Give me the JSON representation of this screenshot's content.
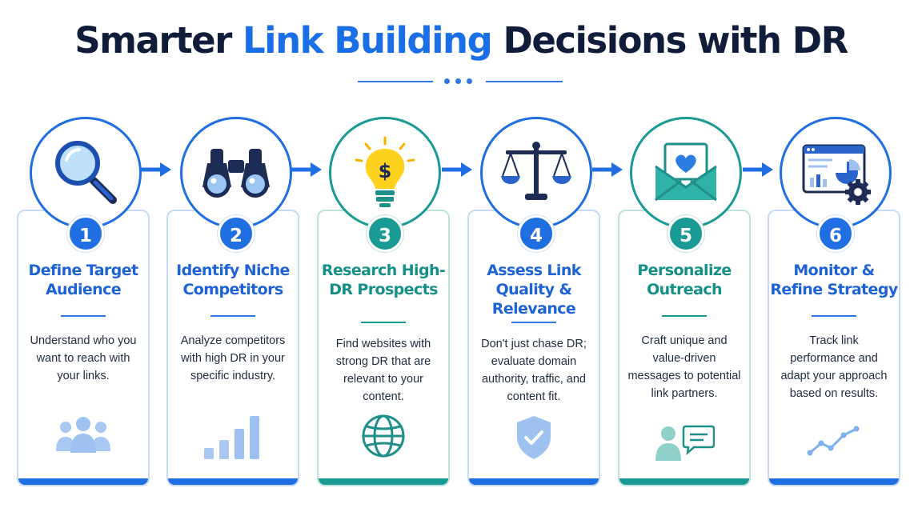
{
  "title": {
    "part1": "Smarter ",
    "highlight": "Link Building",
    "part2": " Decisions with DR"
  },
  "colors": {
    "blue": "#1f6fe3",
    "teal": "#199a94",
    "navy": "#0f1d3a"
  },
  "steps": [
    {
      "number": "1",
      "title": "Define Target Audience",
      "desc": "Understand who you want to reach with your links.",
      "icon": "magnifying-glass-icon",
      "footer_icon": "people-group-icon",
      "accent": "blue"
    },
    {
      "number": "2",
      "title": "Identify Niche Competitors",
      "desc": "Analyze competitors with high DR in your specific industry.",
      "icon": "binoculars-icon",
      "footer_icon": "bar-chart-icon",
      "accent": "blue"
    },
    {
      "number": "3",
      "title": "Research High-DR Prospects",
      "desc": "Find websites with strong DR that are relevant to your content.",
      "icon": "lightbulb-dollar-icon",
      "footer_icon": "globe-icon",
      "accent": "teal"
    },
    {
      "number": "4",
      "title": "Assess Link Quality & Relevance",
      "desc": "Don't just chase DR; evaluate domain authority, traffic, and content fit.",
      "icon": "balance-scale-icon",
      "footer_icon": "shield-check-icon",
      "accent": "blue"
    },
    {
      "number": "5",
      "title": "Personalize Outreach",
      "desc": "Craft unique and value-driven messages to potential link partners.",
      "icon": "envelope-heart-icon",
      "footer_icon": "person-chat-icon",
      "accent": "teal"
    },
    {
      "number": "6",
      "title": "Monitor & Refine Strategy",
      "desc": "Track link performance and adapt your approach based on results.",
      "icon": "dashboard-gear-icon",
      "footer_icon": "trend-line-icon",
      "accent": "blue"
    }
  ]
}
